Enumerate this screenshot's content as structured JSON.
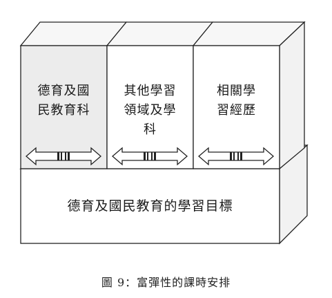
{
  "boxes": [
    {
      "label": "德育及國\n民教育科",
      "shade": "#ececec"
    },
    {
      "label": "其他學習\n領域及學\n科",
      "shade": "#ffffff"
    },
    {
      "label": "相關學\n習經歷",
      "shade": "#ffffff"
    }
  ],
  "base": {
    "label": "德育及國民教育的學習目標"
  },
  "caption": "圖 9：富彈性的課時安排",
  "colors": {
    "stroke": "#222222",
    "side": "#f2f2f2",
    "top": "#f7f7f7"
  }
}
